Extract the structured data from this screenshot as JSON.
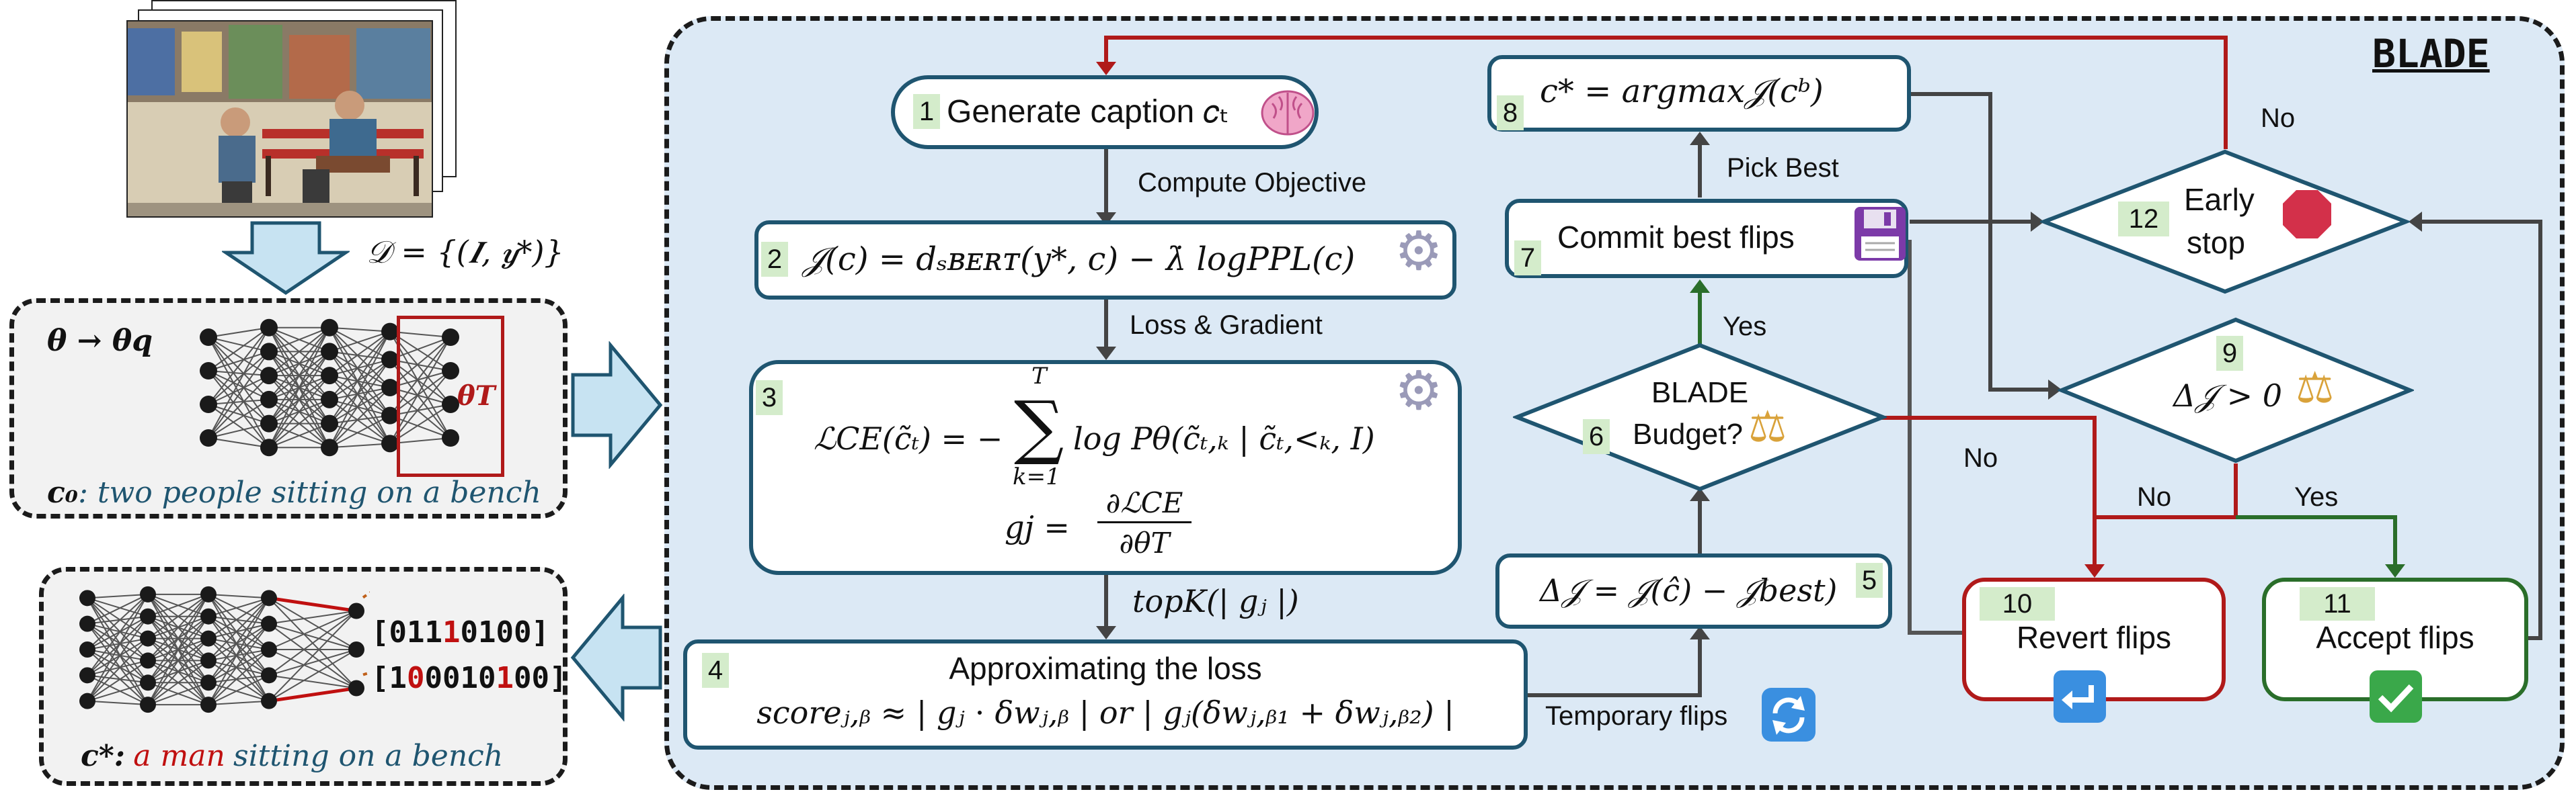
{
  "title": "BLADE",
  "input": {
    "dataset": "𝒟 = {(𝑰, 𝒚*)}"
  },
  "quantize_panel": {
    "label": "𝜽 → 𝜽𝒒",
    "theta_t": "𝜽𝑻",
    "c0_symbol": "𝒄₀",
    "c0_text": ": two people sitting on a bench"
  },
  "result_panel": {
    "bits_1": [
      {
        "t": "[011",
        "c": "#111111"
      },
      {
        "t": "1",
        "c": "#c01010"
      },
      {
        "t": "0100]",
        "c": "#111111"
      }
    ],
    "bits_2": [
      {
        "t": "[1",
        "c": "#111111"
      },
      {
        "t": "0",
        "c": "#c01010"
      },
      {
        "t": "0010",
        "c": "#111111"
      },
      {
        "t": "1",
        "c": "#c01010"
      },
      {
        "t": "00]",
        "c": "#111111"
      }
    ],
    "cstar_symbol": "𝒄*:",
    "cstar_red": "a man",
    "cstar_rest": "sitting on a bench"
  },
  "steps": {
    "s1": {
      "num": "1",
      "label": "Generate caption 𝑐ₜ"
    },
    "s2": {
      "num": "2",
      "formula": "𝒥(𝑐) = 𝑑ₛʙᴇʀᴛ(𝑦*, 𝑐) − λ̇ 𝑙𝑜𝑔𝑃𝑃𝐿(𝑐)"
    },
    "s3": {
      "num": "3",
      "formula_a": "ℒ𝐶𝐸(𝑐̃ₜ) = −",
      "sum_top": "T",
      "sum_bot": "k=1",
      "formula_b": "log P𝜃(𝑐̃ₜ,ₖ | 𝑐̃ₜ,<ₖ, I)",
      "grad_lhs": "g𝑗 =",
      "grad_num": "∂ℒCE",
      "grad_den": "∂𝜃𝑇"
    },
    "s4": {
      "num": "4",
      "title": "Approximating the loss",
      "formula": "𝑠𝑐𝑜𝑟𝑒ⱼ,ᵦ ≈ | 𝑔ⱼ ⋅ 𝛿𝑤ⱼ,ᵦ |  or | 𝑔ⱼ(𝛿𝑤ⱼ,ᵦ₁ + 𝛿𝑤ⱼ,ᵦ₂) |"
    },
    "s5": {
      "num": "5",
      "formula": "Δ𝒥 = 𝒥(ĉ) − 𝒥𝑏𝑒𝑠𝑡)"
    },
    "s6": {
      "num": "6",
      "line1": "BLADE",
      "line2": "Budget?"
    },
    "s7": {
      "num": "7",
      "label": "Commit best flips"
    },
    "s8": {
      "num": "8",
      "formula": "𝑐* = 𝑎𝑟𝑔𝑚𝑎𝑥𝒥(𝑐ᵇ)"
    },
    "s9": {
      "num": "9",
      "formula": "Δ𝒥 > 0"
    },
    "s10": {
      "num": "10",
      "label": "Revert flips"
    },
    "s11": {
      "num": "11",
      "label": "Accept flips"
    },
    "s12": {
      "num": "12",
      "line1": "Early",
      "line2": "stop"
    }
  },
  "edge_labels": {
    "compute_objective": "Compute Objective",
    "loss_gradient": "Loss & Gradient",
    "topk": "𝑡𝑜𝑝𝐾(| 𝑔ⱼ |)",
    "temporary_flips": "Temporary flips",
    "pick_best": "Pick Best",
    "yes_budget": "Yes",
    "no_budget": "No",
    "no_delta": "No",
    "yes_delta": "Yes",
    "no_early": "No"
  },
  "colors": {
    "panel_bg": "#dce9f5",
    "box_border": "#1f5570",
    "red": "#b01a1a",
    "green": "#2a6e2a",
    "num_bg": "#d4eccb",
    "arrow_bg": "#c7e3f2"
  },
  "icons": [
    "brain-icon",
    "gear-icon",
    "floppy-disk-icon",
    "balance-scale-icon",
    "stop-sign-icon",
    "undo-icon",
    "checkmark-icon",
    "refresh-icon"
  ]
}
